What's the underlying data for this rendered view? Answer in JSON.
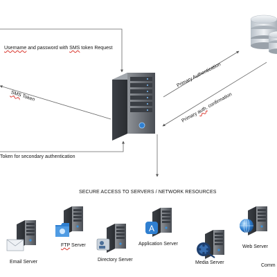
{
  "diagram": {
    "labels": {
      "sms_request": [
        "Username",
        " and password with ",
        "SMS",
        " token Request"
      ],
      "sms_token": [
        "SMS",
        " Token"
      ],
      "secondary_auth": "Token for secondary authentication",
      "primary_auth": "Primary Authentication",
      "primary_confirm": [
        "Primary ",
        "auth",
        ". confirmation"
      ],
      "section_title": "SECURE ACCESS TO SERVERS / NETWORK RESOURCES"
    },
    "servers": [
      {
        "id": "email",
        "label": "Email Server",
        "icon": "envelope-icon"
      },
      {
        "id": "ftp",
        "label": [
          "FTP",
          " Server"
        ],
        "icon": "folder-icon"
      },
      {
        "id": "directory",
        "label": "Directory Server",
        "icon": "directory-icon"
      },
      {
        "id": "application",
        "label": "Application Server",
        "icon": "app-store-icon"
      },
      {
        "id": "media",
        "label": "Media Server",
        "icon": "film-reel-icon"
      },
      {
        "id": "web",
        "label": "Web Server",
        "icon": "globe-icon"
      },
      {
        "id": "comm",
        "label": "Comm",
        "icon": "communication-icon"
      }
    ]
  }
}
